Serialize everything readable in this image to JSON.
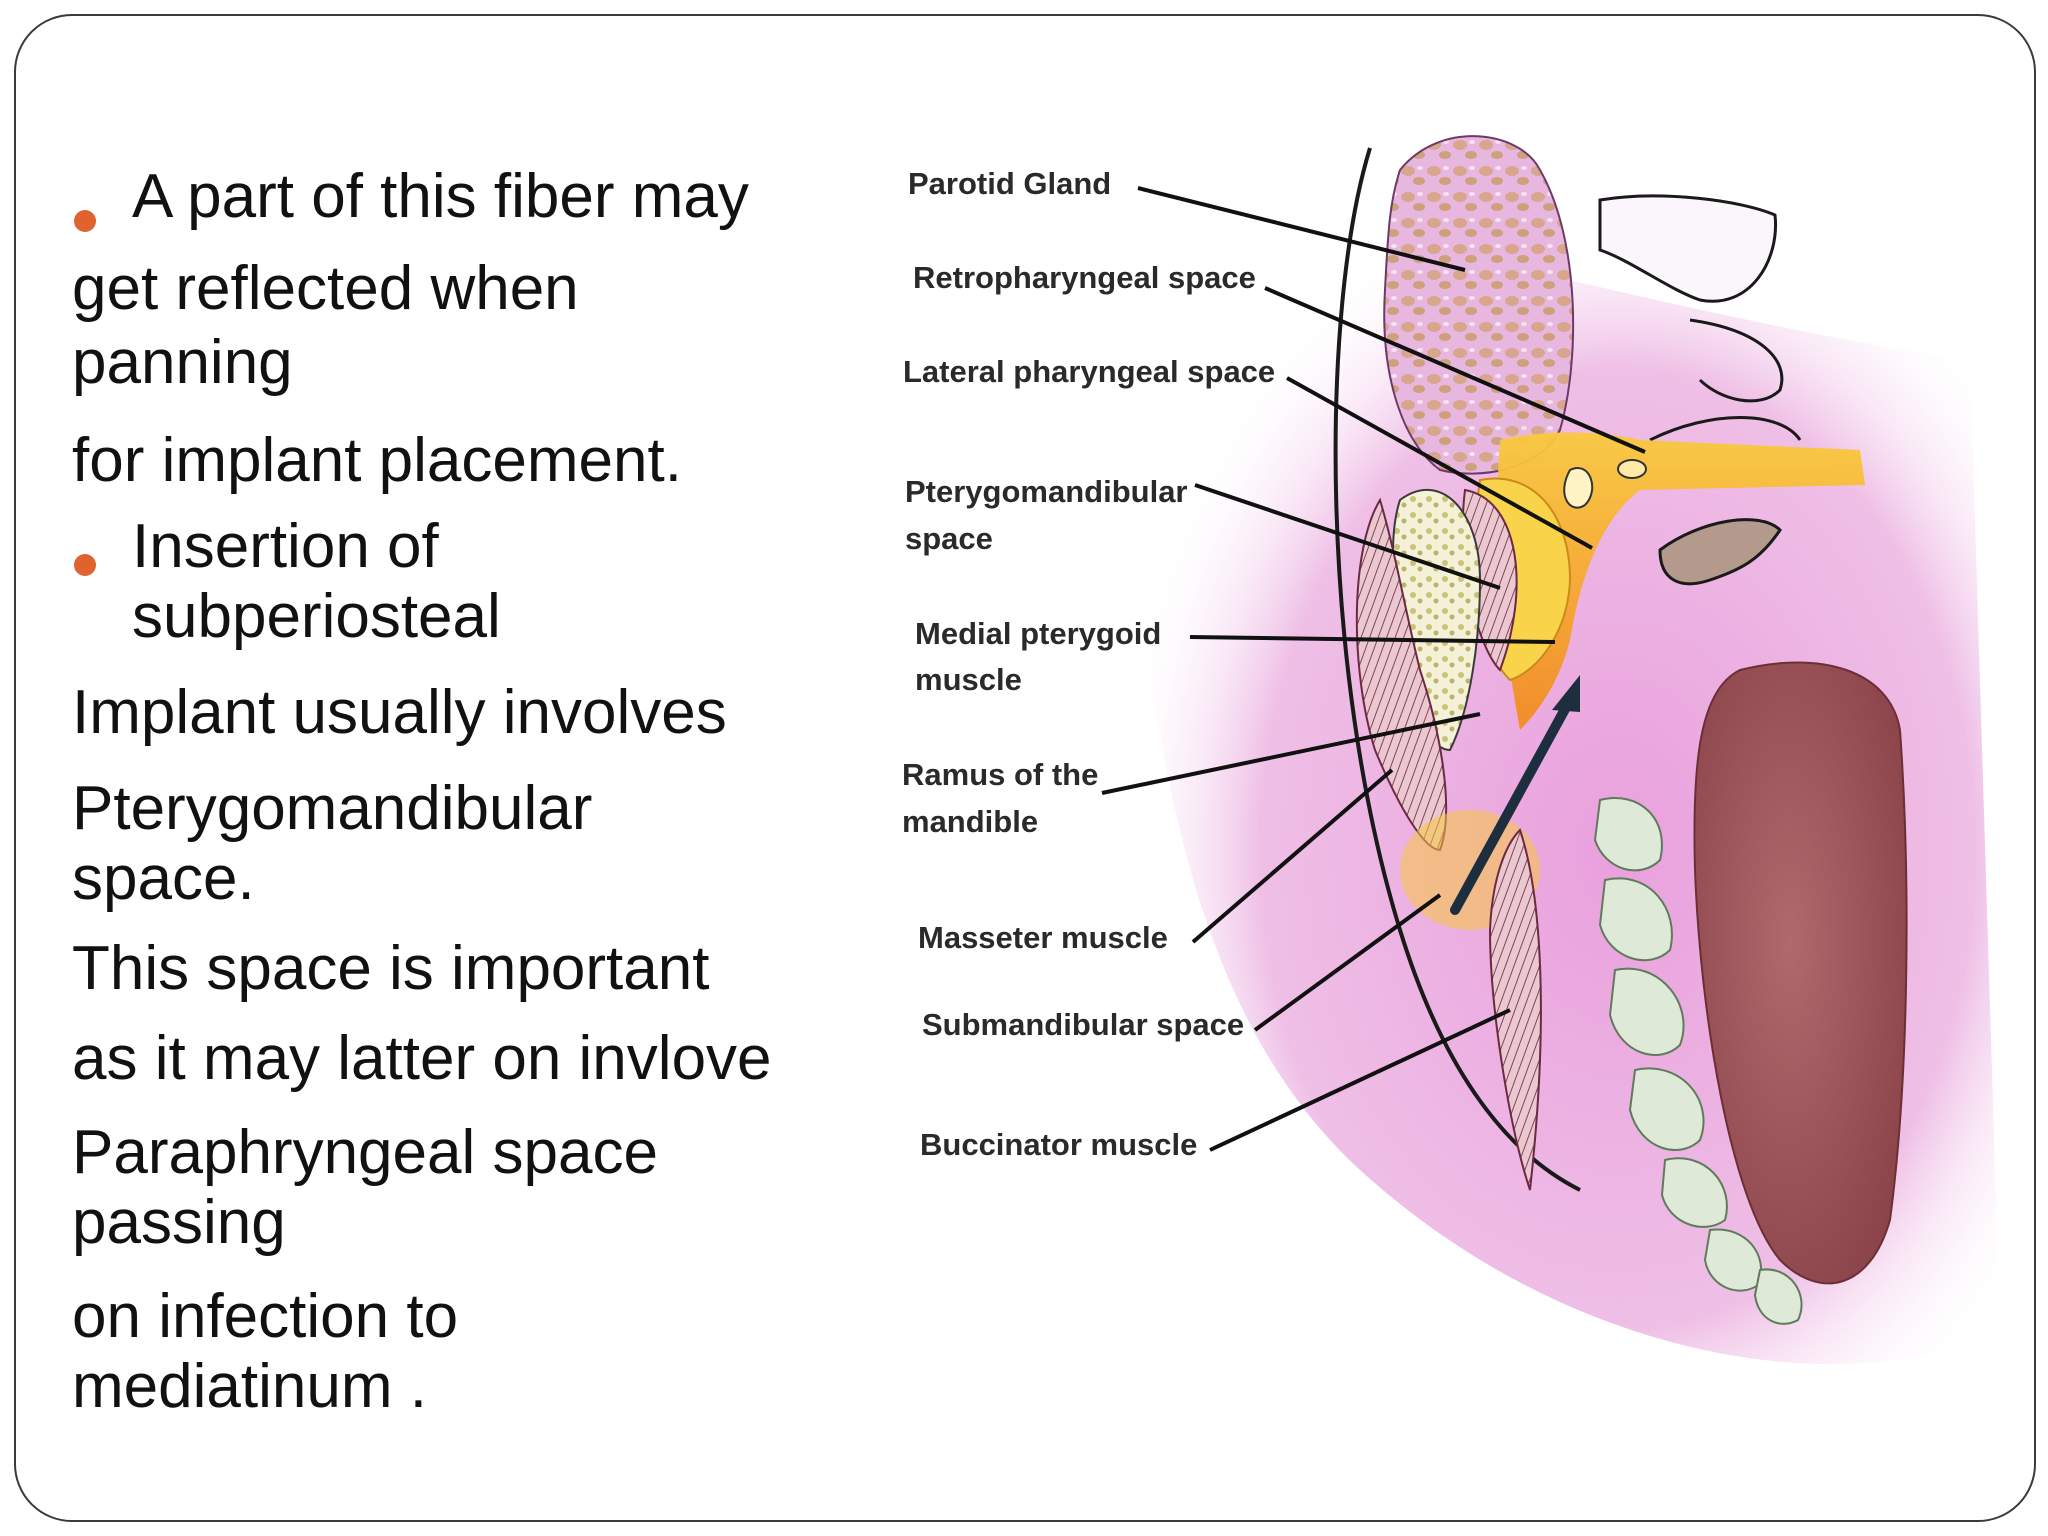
{
  "slide": {
    "bullets": [
      "A part of this fiber may",
      " get reflected when",
      "panning",
      " for implant placement.",
      "Insertion of",
      "subperiosteal",
      "Implant usually involves",
      "Pterygomandibular",
      "space.",
      "This space is important",
      "as it may latter on invlove",
      "Paraphryngeal space",
      "passing",
      " on infection to",
      "mediatinum ."
    ]
  },
  "figure": {
    "labels": {
      "parotid": "Parotid Gland",
      "retropharyngeal": "Retropharyngeal space",
      "lateral_pharyngeal": "Lateral pharyngeal space",
      "pterygomandibular_1": "Pterygomandibular",
      "pterygomandibular_2": "space",
      "medial_pterygoid_1": "Medial pterygoid",
      "medial_pterygoid_2": "muscle",
      "ramus_1": "Ramus of the",
      "ramus_2": "mandible",
      "masseter": "Masseter muscle",
      "submandibular": "Submandibular space",
      "buccinator": "Buccinator muscle"
    },
    "colors": {
      "bullet": "#e0622f",
      "parotid": "#d9a8d6",
      "space_yellow": "#f7c23a",
      "space_orange": "#f39a2a",
      "tongue": "#9e5a5e",
      "pink_tissue": "#e6a6d8",
      "teeth": "#dfe9d7"
    }
  }
}
